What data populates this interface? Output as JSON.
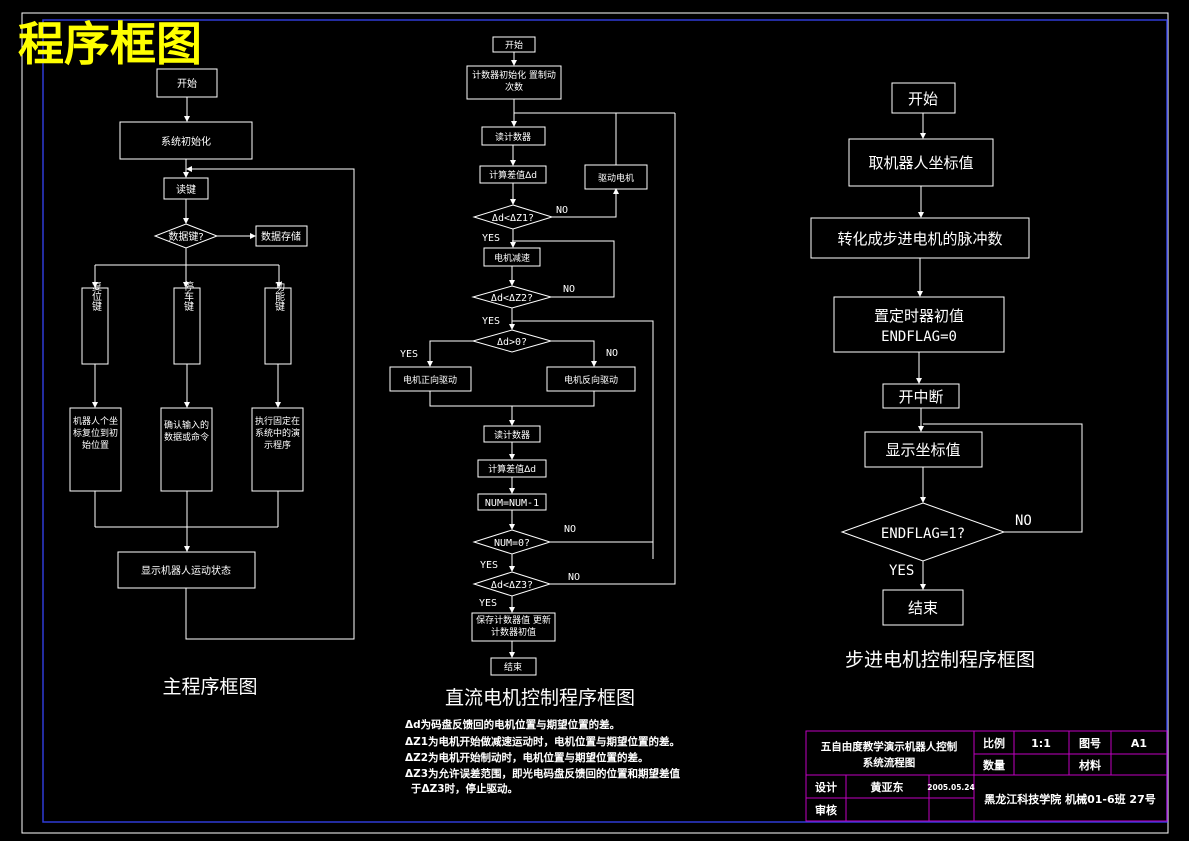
{
  "colors": {
    "background": "#000000",
    "line": "#ffffff",
    "frame": "#2f3bd6",
    "title": "#ffff00",
    "titleblock": "#c000c0"
  },
  "page_title": "程序框图",
  "main": {
    "caption": "主程序框图",
    "start": "开始",
    "init": "系统初始化",
    "scan": "读键",
    "decision": "数据键?",
    "store": "数据存储",
    "key_reset": "复位键",
    "key_stop": "停车键",
    "key_func": "功能键",
    "act_reset": "机器人个坐标复位到初始位置",
    "act_stop": "确认输入的数据或命令",
    "act_func": "执行固定在系统中的演示程序",
    "display": "显示机器人运动状态"
  },
  "dc": {
    "caption": "直流电机控制程序框图",
    "start": "开始",
    "init": "计数器初始化 置制动次数",
    "read1": "读计数器",
    "calc1": "计算差值Δd",
    "drive": "驱动电机",
    "cond1": "Δd<ΔZ1?",
    "decel": "电机减速",
    "cond2": "Δd<ΔZ2?",
    "cond3": "Δd>0?",
    "fwd": "电机正向驱动",
    "rev": "电机反向驱动",
    "read2": "读计数器",
    "calc2": "计算差值Δd",
    "num": "NUM=NUM-1",
    "cond4": "NUM=0?",
    "cond5": "Δd<ΔZ3?",
    "save": "保存计数器值 更新计数器初值",
    "end": "结束",
    "yes": "YES",
    "no": "NO"
  },
  "notes": [
    "Δd为码盘反馈回的电机位置与期望位置的差。",
    "ΔZ1为电机开始做减速运动时，电机位置与期望位置的差。",
    "ΔZ2为电机开始制动时，电机位置与期望位置的差。",
    "ΔZ3为允许误差范围，即光电码盘反馈回的位置和期望差值",
    "于ΔZ3时，停止驱动。"
  ],
  "stepper": {
    "caption": "步进电机控制程序框图",
    "start": "开始",
    "read": "取机器人坐标值",
    "convert": "转化成步进电机的脉冲数",
    "timer_l1": "置定时器初值",
    "timer_l2": "ENDFLAG=0",
    "int": "开中断",
    "show": "显示坐标值",
    "cond": "ENDFLAG=1?",
    "yes": "YES",
    "no": "NO",
    "end": "结束"
  },
  "titleblock": {
    "title_l1": "五自由度教学演示机器人控制",
    "title_l2": "系统流程图",
    "scale_label": "比例",
    "scale_value": "1:1",
    "drawing_no_label": "图号",
    "drawing_no_value": "A1",
    "qty_label": "数量",
    "material_label": "材料",
    "design_label": "设计",
    "designer": "黄亚东",
    "date": "2005.05.24",
    "review_label": "审核",
    "school": "黑龙江科技学院 机械01-6班 27号"
  }
}
